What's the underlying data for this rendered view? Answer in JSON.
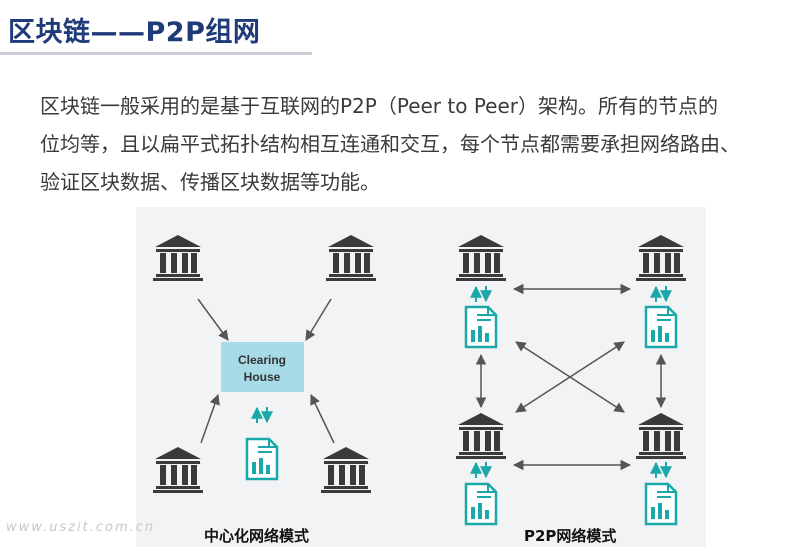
{
  "header": {
    "title": "区块链——P2P组网"
  },
  "intro": {
    "lines": [
      "区块链一般采用的是基于互联网的P2P（Peer to Peer）架构。所有的节点的",
      "位均等，且以扁平式拓扑结构相互连通和交互，每个节点都需要承担网络路由、",
      "验证区块数据、传播区块数据等功能。"
    ]
  },
  "diagram": {
    "centralized": {
      "hub_line1": "Clearing",
      "hub_line2": "House",
      "caption": "中心化网络模式"
    },
    "p2p": {
      "caption": "P2P网络模式"
    },
    "colors": {
      "hub_fill": "#a8dbe8",
      "icon_teal": "#1aa8a8",
      "bank_dark": "#3a3a3a",
      "arrow_gray": "#555555"
    },
    "icons": [
      "bank-icon",
      "ledger-document-icon",
      "up-down-arrows-icon"
    ]
  },
  "watermark": "www.uszit.com.cn"
}
